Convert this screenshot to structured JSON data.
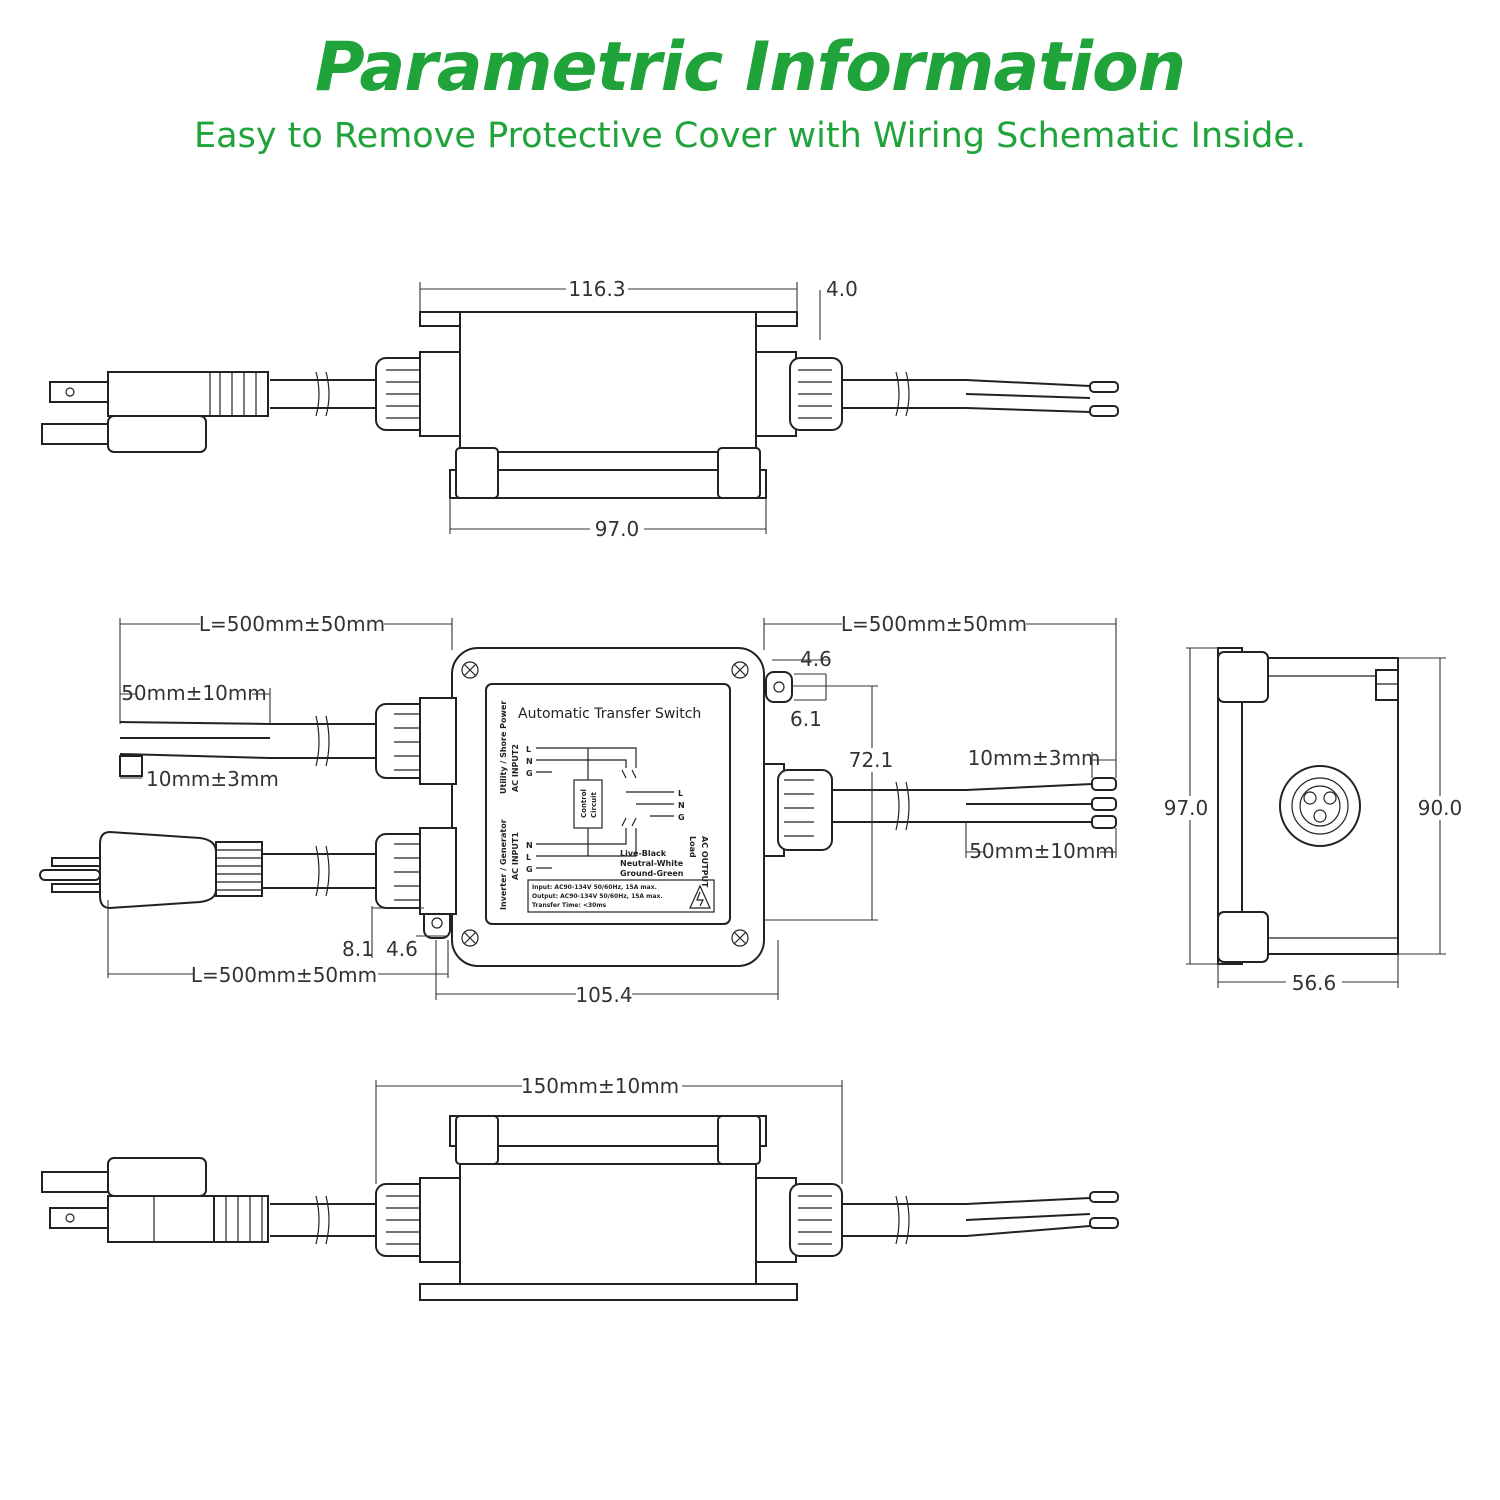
{
  "header": {
    "title": "Parametric Information",
    "subtitle": "Easy to Remove Protective Cover with Wiring Schematic Inside."
  },
  "colors": {
    "accent": "#1fa33a",
    "line": "#222222"
  },
  "top_view": {
    "dim_width": "116.3",
    "dim_flange": "4.0",
    "dim_base": "97.0"
  },
  "front_view": {
    "dim_cable_left_top": "L=500mm±50mm",
    "dim_cable_left_bottom": "L=500mm±50mm",
    "dim_cable_right": "L=500mm±50mm",
    "dim_strip_left": "50mm±10mm",
    "dim_tip_left": "10mm±3mm",
    "dim_tip_right": "10mm±3mm",
    "dim_strip_right": "50mm±10mm",
    "dim_hole_offset": "4.6",
    "dim_hole_dia": "6.1",
    "dim_height": "72.1",
    "dim_hole_bottom_a": "8.1",
    "dim_hole_bottom_b": "4.6",
    "dim_width": "105.4",
    "panel": {
      "title": "Automatic Transfer Switch",
      "input2_line1": "Utility / Shore Power",
      "input2_line2": "AC INPUT2",
      "input1_line1": "Inverter / Generator",
      "input1_line2": "AC INPUT1",
      "output_line1": "AC OUTPUT",
      "output_line2": "Load",
      "control_line1": "Control",
      "control_line2": "Circuit",
      "term_l": "L",
      "term_n": "N",
      "term_g": "G",
      "legend_live": "Live-Black",
      "legend_neutral": "Neutral-White",
      "legend_ground": "Ground-Green",
      "spec_input": "Input: AC90-134V 50/60Hz, 15A max.",
      "spec_output": "Output: AC90-134V 50/60Hz, 15A max.",
      "spec_transfer": "Transfer Time: <30ms"
    }
  },
  "side_view": {
    "dim_left": "97.0",
    "dim_right": "90.0",
    "dim_bottom": "56.6"
  },
  "bottom_view": {
    "dim_length": "150mm±10mm"
  }
}
